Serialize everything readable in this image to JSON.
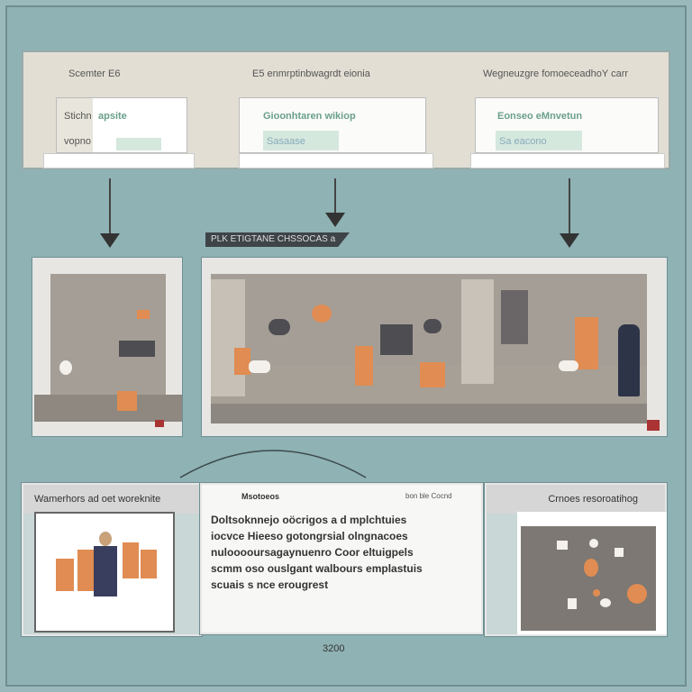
{
  "top_panel": {
    "sections": [
      {
        "title": "Scemter E6",
        "field_label_1": "Stichn",
        "field_value": "apsite",
        "field_label_2": "vopno"
      },
      {
        "title": "E5 enmrptinbwagrdt eionia",
        "heading": "Gioonhtaren wikiop",
        "sub": "Sasaase"
      },
      {
        "title": "Wegneuzgre fomoeceadhoY carr",
        "heading": "Eonseo eMnvetun",
        "sub": "Sa eacono"
      }
    ]
  },
  "flow_label": "PLK ETIGTANE CHSSOCAS a",
  "bottom": {
    "left_title": "Wamerhors ad oet woreknite",
    "middle_tag": "Msotoeos",
    "middle_meta": "bon ble Cocnd",
    "middle_lines": [
      "Doltsoknnejo oöcrigos a d mplchtuies",
      "iocvce Hieeso gotongrsial olngnacoes",
      "nulooooursagaynuenro Coor eltuigpels",
      "scmm oso ouslgant walbours emplastuis",
      "scuais s nce erougrest"
    ],
    "right_title": "Crnoes resoroatihog"
  },
  "footer": "3200",
  "colors": {
    "background": "#8fb2b4",
    "accent": "#e08c52",
    "green_text": "#6aa08a"
  }
}
